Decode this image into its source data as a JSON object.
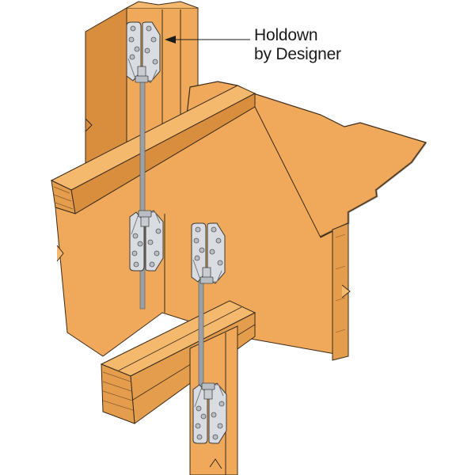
{
  "diagram": {
    "type": "technical-illustration",
    "subject": "wood framing with holdown connectors and threaded rod",
    "callout": {
      "line1": "Holdown",
      "line2": "by Designer",
      "points_to": "upper holdown connector"
    },
    "components": [
      {
        "name": "upper-stud-post",
        "label": ""
      },
      {
        "name": "floor-sheathing",
        "label": ""
      },
      {
        "name": "rim-beam",
        "label": ""
      },
      {
        "name": "lower-beam",
        "label": ""
      },
      {
        "name": "lower-stud-post",
        "label": ""
      },
      {
        "name": "threaded-rod",
        "label": ""
      },
      {
        "name": "holdown-connector",
        "count": 4
      }
    ],
    "colors": {
      "wood": "#F0A95A",
      "wood_dark": "#D98E3E",
      "wood_light": "#F5B96E",
      "steel": "#D9DDE2",
      "steel_shadow": "#A9AEB5",
      "outline": "#3a2a1a",
      "background": "#FFFFFF"
    }
  }
}
